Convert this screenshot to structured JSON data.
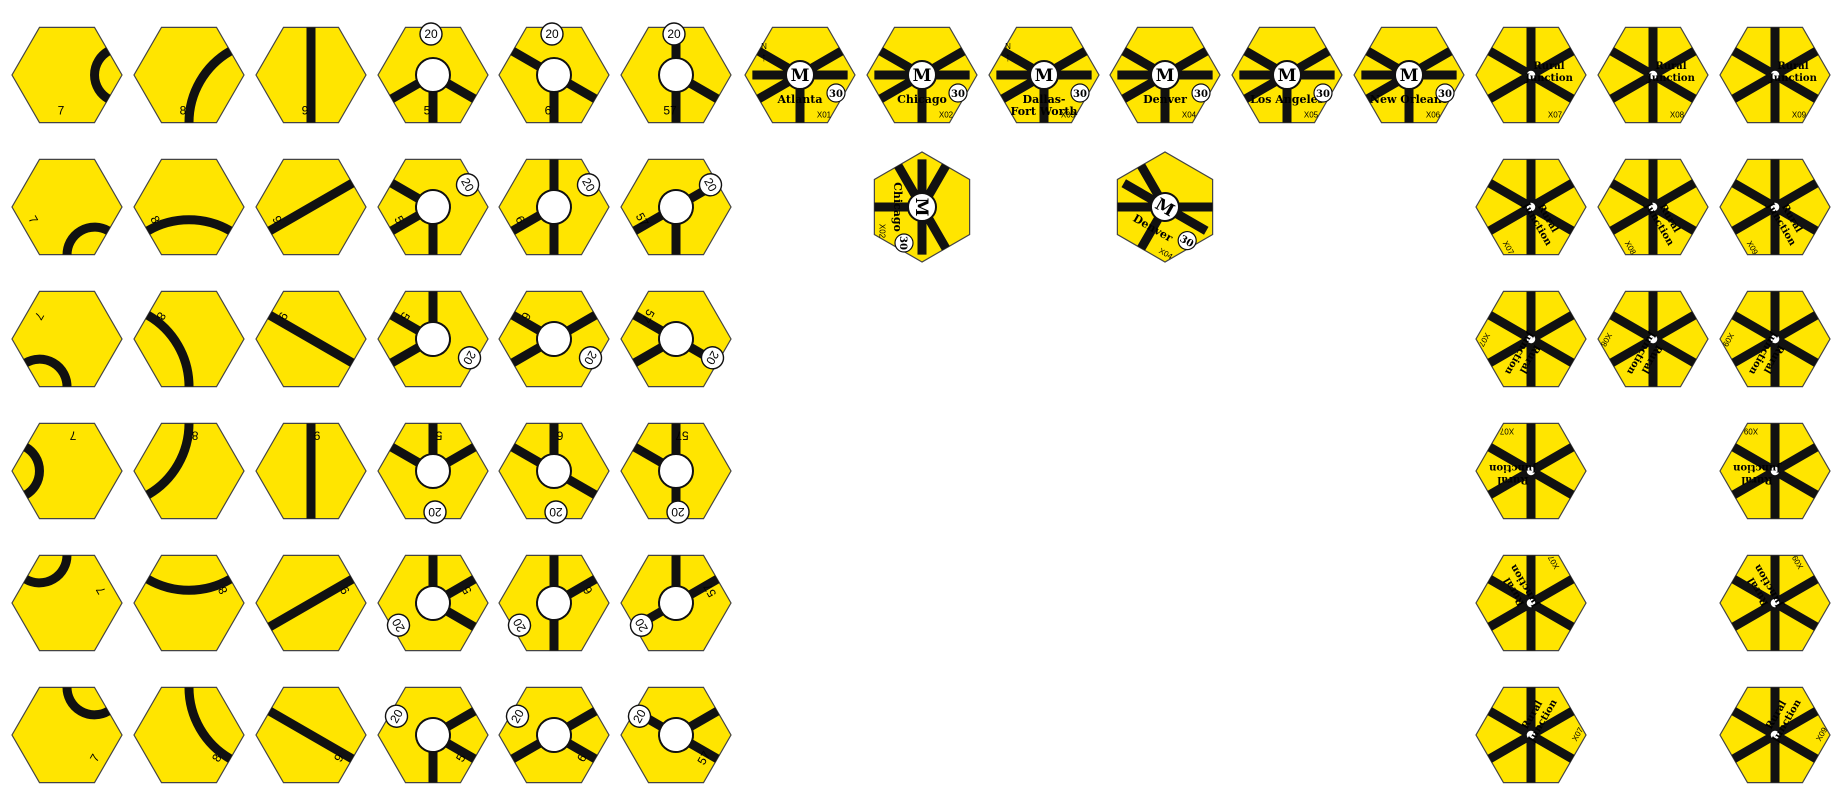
{
  "sheet": {
    "title": ""
  },
  "palette": {
    "tile_fill": "#ffe500",
    "tile_edge": "#444444",
    "track": "#111111",
    "city_fill": "#ffffff"
  },
  "labels": {
    "rural": "Rural Junction",
    "rural_l1": "Rural",
    "rural_l2": "Junction",
    "metro_letter": "M",
    "north_glyph": "↑",
    "north_letter": "N"
  },
  "track_tiles": {
    "rotations": [
      0,
      60,
      120,
      180,
      240,
      300
    ],
    "tiles": [
      {
        "num": "7",
        "shape": "sharp-curve"
      },
      {
        "num": "8",
        "shape": "gentle-curve"
      },
      {
        "num": "9",
        "shape": "straight"
      },
      {
        "num": "5",
        "shape": "city-sharp",
        "value": "20"
      },
      {
        "num": "6",
        "shape": "city-gentle",
        "value": "20"
      },
      {
        "num": "57",
        "shape": "city-straight",
        "value": "20"
      }
    ]
  },
  "metro_tiles": {
    "primary": [
      {
        "code": "X01",
        "city_l1": "Atlanta",
        "city_l2": "",
        "value": "30",
        "north": true
      },
      {
        "code": "X02",
        "city_l1": "Chicago",
        "city_l2": "",
        "value": "30",
        "north": false
      },
      {
        "code": "X03",
        "city_l1": "Dallas-",
        "city_l2": "Fort Worth",
        "value": "30",
        "north": true
      },
      {
        "code": "X04",
        "city_l1": "Denver",
        "city_l2": "",
        "value": "30",
        "north": false
      },
      {
        "code": "X05",
        "city_l1": "Los Angeles",
        "city_l2": "",
        "value": "30",
        "north": false
      },
      {
        "code": "X06",
        "city_l1": "New Orleans",
        "city_l2": "",
        "value": "30",
        "north": false
      }
    ],
    "secondary": [
      {
        "code": "X02",
        "city_l1": "Chicago",
        "city_l2": "",
        "value": "30"
      },
      {
        "code": "X04",
        "city_l1": "Denver",
        "city_l2": "",
        "value": "30"
      }
    ]
  },
  "rural_tiles": {
    "columns": [
      {
        "code": "X07"
      },
      {
        "code": "X08"
      },
      {
        "code": "X09"
      }
    ]
  }
}
